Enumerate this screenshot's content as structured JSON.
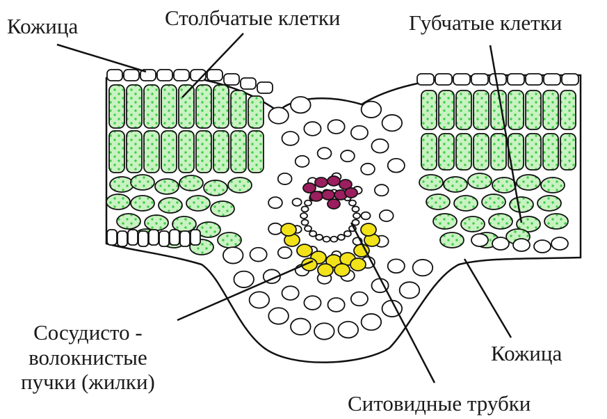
{
  "labels": {
    "epidermis_top": "Кожица",
    "palisade": "Столбчатые клетки",
    "spongy": "Губчатые клетки",
    "bundles_line1": "Сосудисто -",
    "bundles_line2": "волокнистые",
    "bundles_line3": "пучки (жилки)",
    "epidermis_bottom": "Кожица",
    "sieve_tubes": "Ситовидные трубки"
  },
  "colors": {
    "chloroplast_tissue": "#c9f2c2",
    "chloroplast_dot": "#3fcf4a",
    "xylem": "#f2e21a",
    "phloem": "#9b1f5e",
    "outline": "#111111",
    "cell_fill": "#ffffff"
  }
}
